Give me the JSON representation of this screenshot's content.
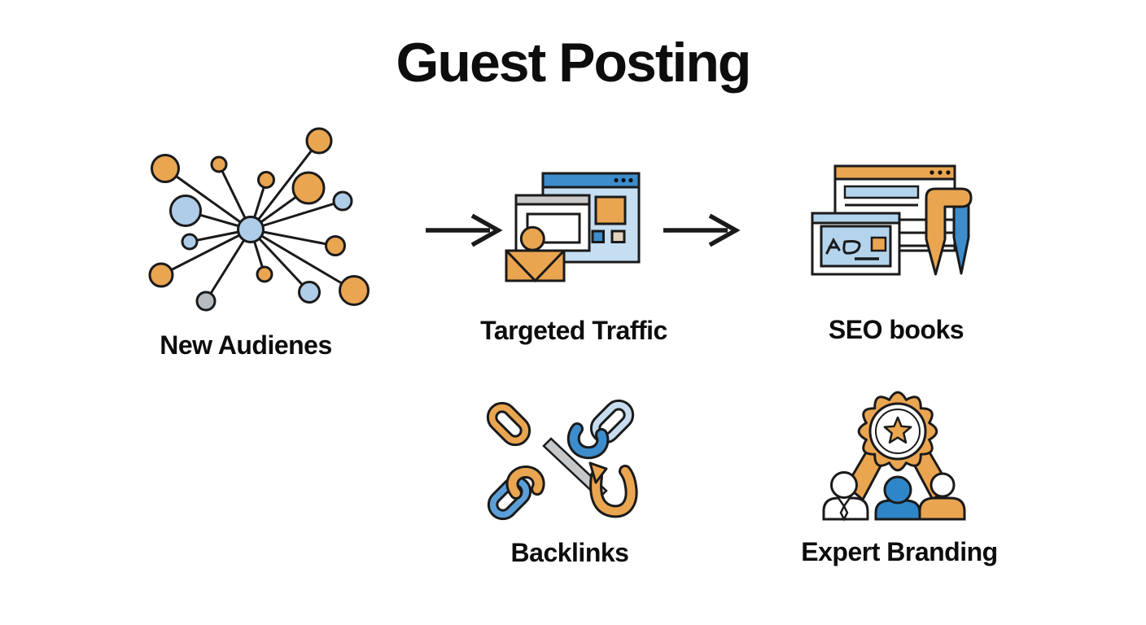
{
  "title": "Guest Posting",
  "items": [
    {
      "id": "new-audiences",
      "label": "New Audienes",
      "icon": "network-icon"
    },
    {
      "id": "targeted-traffic",
      "label": "Targeted Traffic",
      "icon": "browser-envelope-icon"
    },
    {
      "id": "seo-books",
      "label": "SEO books",
      "icon": "browser-pens-icon"
    },
    {
      "id": "backlinks",
      "label": "Backlinks",
      "icon": "chain-links-icon"
    },
    {
      "id": "expert-branding",
      "label": "Expert Branding",
      "icon": "award-people-icon"
    }
  ],
  "arrows": {
    "direction": "right",
    "count": 2
  },
  "colors": {
    "orange": "#EAA551",
    "light_blue": "#AFCDE9",
    "pale_link_blue": "#C8DCF0",
    "medium_blue": "#3D8CCB",
    "person_blue": "#2E86C8",
    "window_body_blue": "#C6DEF2",
    "bar_blue": "#B3D4EC",
    "gray": "#C3C7CB",
    "tan": "#E3D3BE",
    "ink": "#111111",
    "background": "#FFFFFF"
  }
}
